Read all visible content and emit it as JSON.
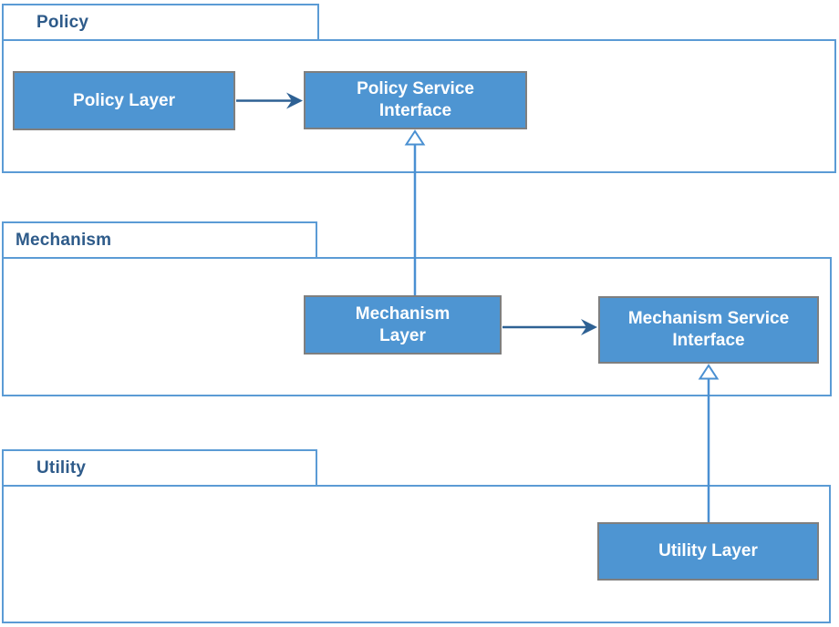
{
  "diagram": {
    "title": "Layered architecture package diagram",
    "packages": [
      {
        "id": "policy",
        "label": "Policy"
      },
      {
        "id": "mechanism",
        "label": "Mechanism"
      },
      {
        "id": "utility",
        "label": "Utility"
      }
    ],
    "nodes": [
      {
        "id": "policy-layer",
        "label": "Policy Layer",
        "package": "Policy"
      },
      {
        "id": "policy-service-interface",
        "label": "Policy Service Interface",
        "package": "Policy"
      },
      {
        "id": "mechanism-layer",
        "label": "Mechanism Layer",
        "package": "Mechanism"
      },
      {
        "id": "mechanism-service-interface",
        "label": "Mechanism Service Interface",
        "package": "Mechanism"
      },
      {
        "id": "utility-layer",
        "label": "Utility Layer",
        "package": "Utility"
      }
    ],
    "edges": [
      {
        "type": "association",
        "from": "Policy Layer",
        "to": "Policy Service Interface"
      },
      {
        "type": "association",
        "from": "Mechanism Layer",
        "to": "Mechanism Service Interface"
      },
      {
        "type": "realization",
        "from": "Mechanism Layer",
        "to": "Policy Service Interface"
      },
      {
        "type": "realization",
        "from": "Utility Layer",
        "to": "Mechanism Service Interface"
      }
    ],
    "colors": {
      "package_border": "#5B9BD5",
      "package_label_text": "#2E5B8A",
      "node_fill": "#4E95D2",
      "node_border": "#7F7F7F",
      "node_text": "#FFFFFF",
      "association_arrow": "#2E6194",
      "realization_line": "#4A90D2"
    }
  }
}
